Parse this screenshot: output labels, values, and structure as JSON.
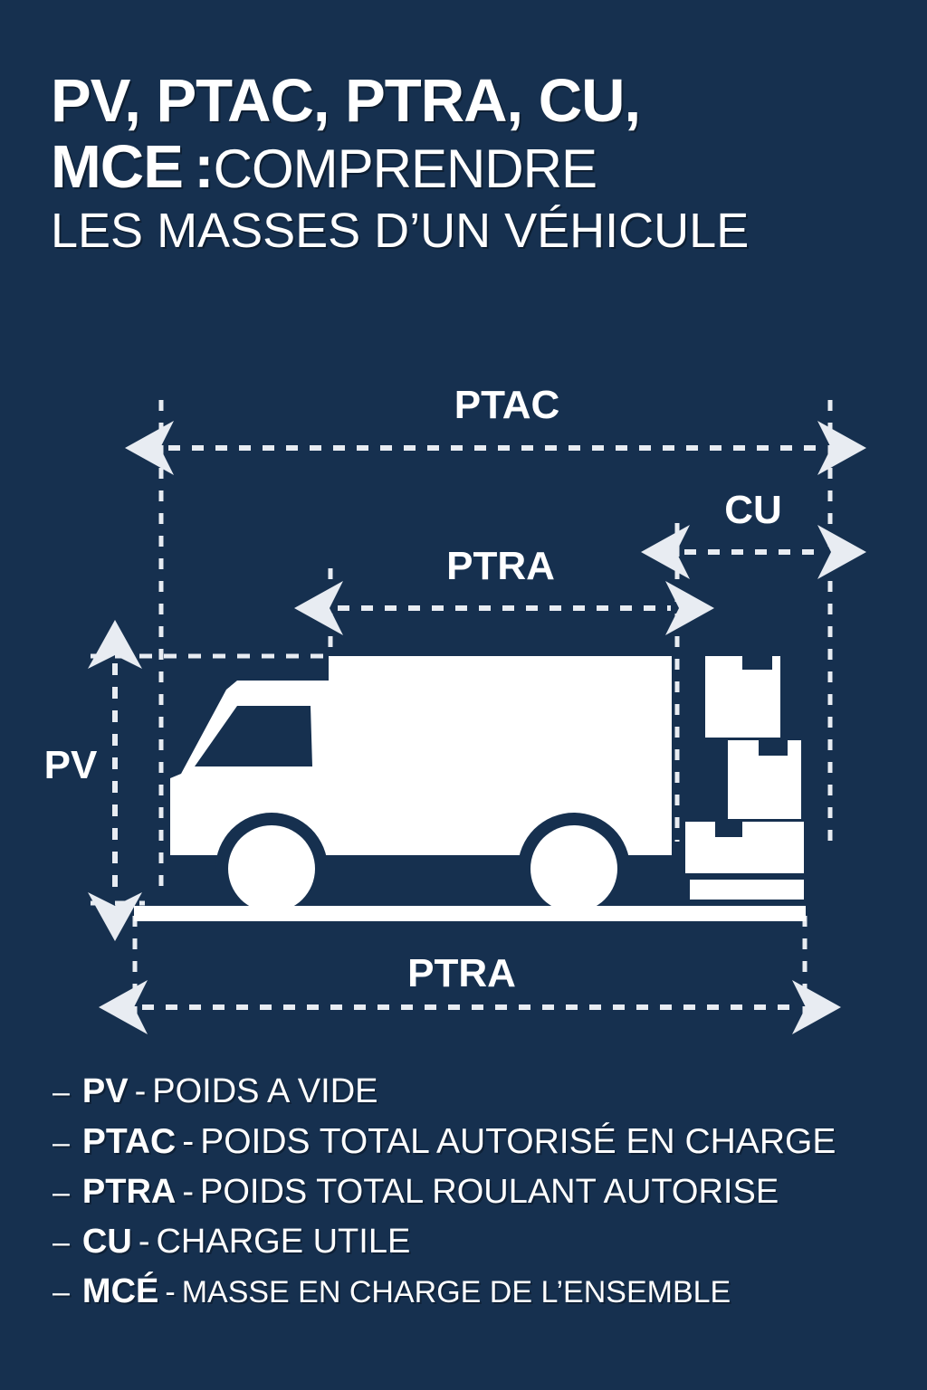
{
  "colors": {
    "background": "#16304f",
    "foreground": "#ffffff",
    "dash": "#e8ecf2"
  },
  "title": {
    "line1": "PV, PTAC, PTRA, CU,",
    "line2_heavy": "MCE :",
    "line2_light": "COMPRENDRE",
    "line3": "LES MASSES D’UN VÉHICULE"
  },
  "diagram": {
    "labels": {
      "ptac": "PTAC",
      "cu": "CU",
      "ptra_top": "PTRA",
      "pv": "PV",
      "ptra_bottom": "PTRA"
    }
  },
  "legend": [
    {
      "dash": "–",
      "abbr": "PV",
      "sep": "-",
      "text": "POIDS A VIDE"
    },
    {
      "dash": "–",
      "abbr": "PTAC",
      "sep": "-",
      "text": "POIDS TOTAL AUTORISÉ EN CHARGE"
    },
    {
      "dash": "–",
      "abbr": "PTRA",
      "sep": "-",
      "text": "POIDS TOTAL ROULANT AUTORISE"
    },
    {
      "dash": "–",
      "abbr": "CU",
      "sep": "-",
      "text": "CHARGE UTILE"
    },
    {
      "dash": "–",
      "abbr": "MCÉ",
      "sep": "-",
      "text": "MASSE EN CHARGE DE L’ENSEMBLE"
    }
  ]
}
